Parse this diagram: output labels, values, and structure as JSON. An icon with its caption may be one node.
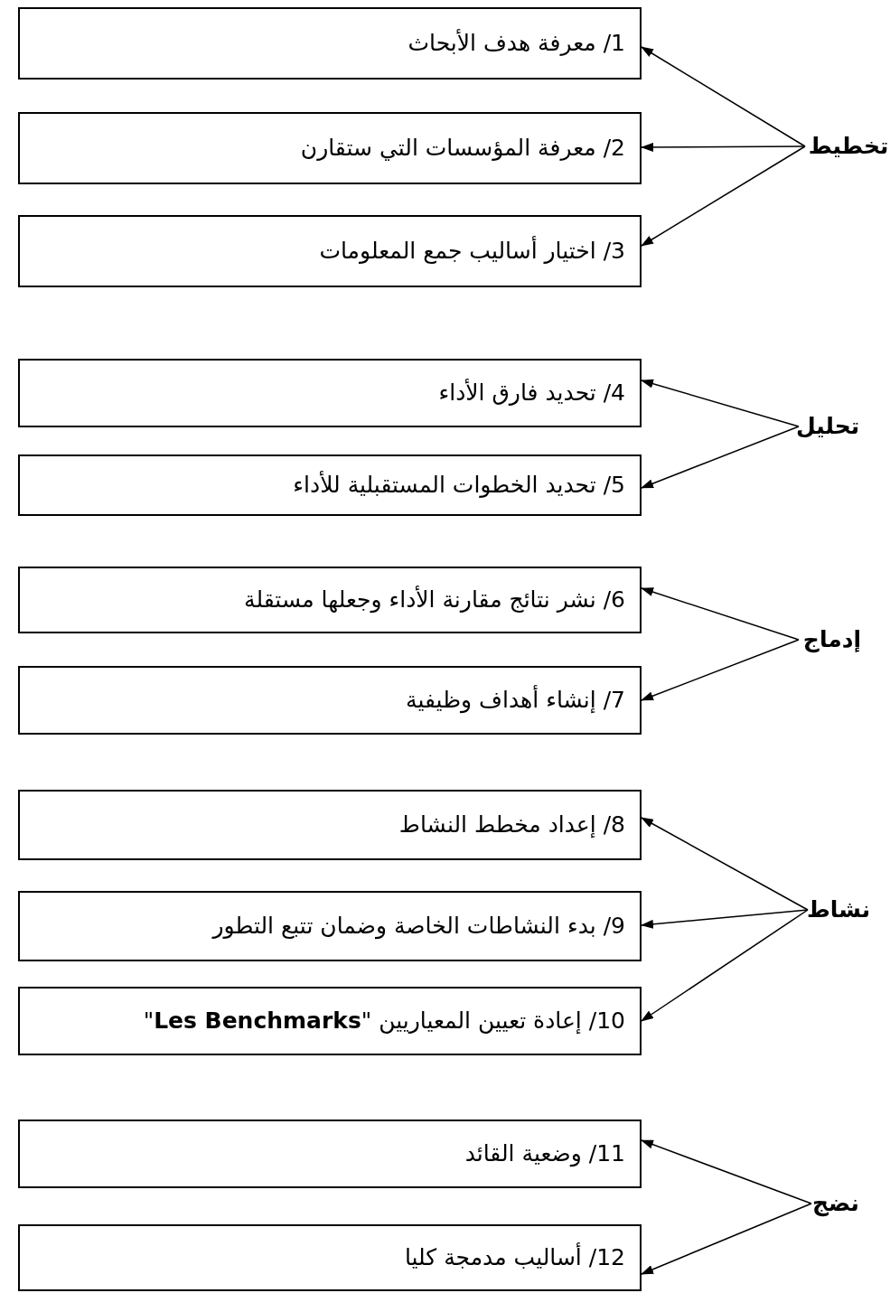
{
  "diagram": {
    "nodes": [
      {
        "text": [
          "1/ معرفة هدف الأبحاث"
        ]
      },
      {
        "text": [
          "2/ معرفة المؤسسات التي ستقارن"
        ]
      },
      {
        "text": [
          "3/ اختيار أساليب جمع المعلومات"
        ]
      },
      {
        "text": [
          "4/ تحديد فارق الأداء"
        ]
      },
      {
        "text": [
          "5/ تحديد الخطوات المستقبلية للأداء"
        ]
      },
      {
        "text": [
          "6/ نشر نتائج مقارنة الأداء وجعلها مستقلة"
        ]
      },
      {
        "text": [
          "7/ إنشاء أهداف وظيفية"
        ]
      },
      {
        "text": [
          "8/ إعداد مخطط النشاط"
        ]
      },
      {
        "text": [
          "9/ بدء النشاطات الخاصة وضمان تتبع التطور"
        ]
      },
      {
        "text": [
          "10/ إعادة تعيين المعياريين \"**Les Benchmarks**\""
        ]
      },
      {
        "text": [
          "11/ وضعية القائد"
        ]
      },
      {
        "text": [
          "12/ أساليب مدمجة كليا"
        ]
      },
      {
        "text": [
          "تخطيط"
        ]
      },
      {
        "text": [
          "تحليل"
        ]
      },
      {
        "text": [
          "إدماج"
        ]
      },
      {
        "text": [
          "نشاط"
        ]
      },
      {
        "text": [
          "نضج"
        ]
      }
    ],
    "edges": [
      {
        "from": 12,
        "to": 0,
        "arrow": "to"
      },
      {
        "from": 12,
        "to": 1,
        "arrow": "to"
      },
      {
        "from": 12,
        "to": 2,
        "arrow": "to"
      },
      {
        "from": 13,
        "to": 3,
        "arrow": "to"
      },
      {
        "from": 13,
        "to": 4,
        "arrow": "to"
      },
      {
        "from": 14,
        "to": 5,
        "arrow": "to"
      },
      {
        "from": 14,
        "to": 6,
        "arrow": "to"
      },
      {
        "from": 15,
        "to": 7,
        "arrow": "to"
      },
      {
        "from": 15,
        "to": 8,
        "arrow": "to"
      },
      {
        "from": 15,
        "to": 9,
        "arrow": "to"
      },
      {
        "from": 16,
        "to": 10,
        "arrow": "to"
      },
      {
        "from": 16,
        "to": 11,
        "arrow": "to"
      }
    ]
  }
}
